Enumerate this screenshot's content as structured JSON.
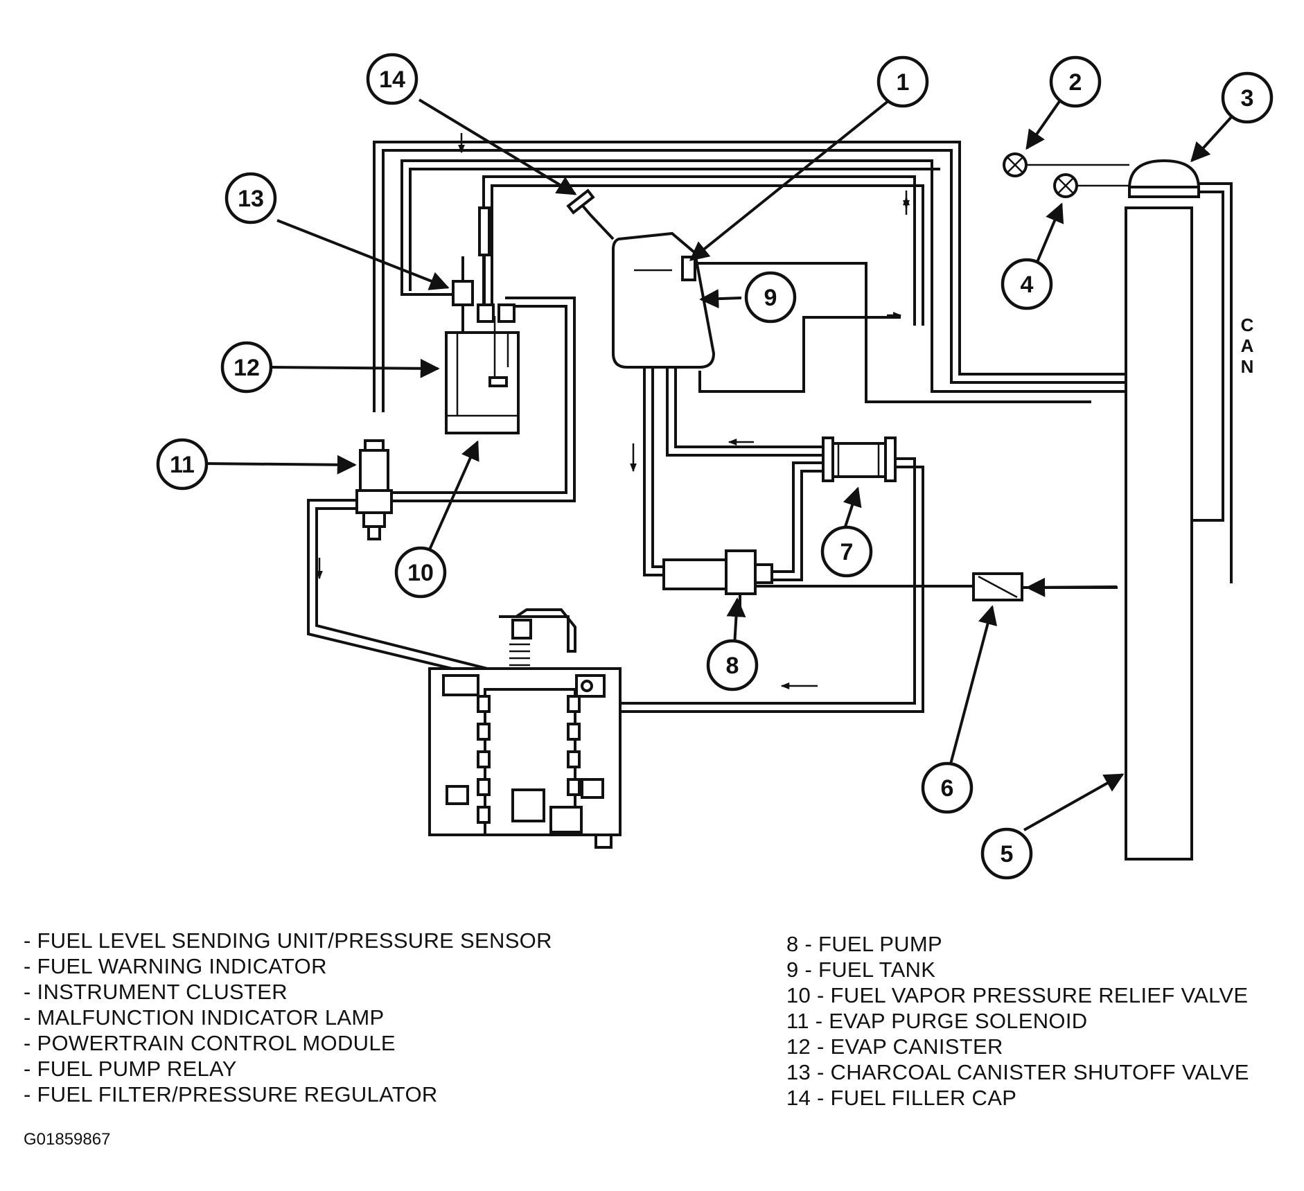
{
  "callouts": [
    "1",
    "2",
    "3",
    "4",
    "5",
    "6",
    "7",
    "8",
    "9",
    "10",
    "11",
    "12",
    "13",
    "14"
  ],
  "can_label": [
    "C",
    "A",
    "N"
  ],
  "legend_left": [
    "- FUEL LEVEL SENDING UNIT/PRESSURE SENSOR",
    "- FUEL WARNING INDICATOR",
    "- INSTRUMENT CLUSTER",
    "- MALFUNCTION INDICATOR LAMP",
    "- POWERTRAIN CONTROL MODULE",
    "- FUEL PUMP RELAY",
    "- FUEL FILTER/PRESSURE REGULATOR"
  ],
  "legend_right": [
    "8 - FUEL PUMP",
    "9 - FUEL TANK",
    "10 - FUEL VAPOR PRESSURE RELIEF VALVE",
    "11 - EVAP PURGE SOLENOID",
    "12 - EVAP CANISTER",
    "13 - CHARCOAL CANISTER SHUTOFF VALVE",
    "14 - FUEL FILLER CAP"
  ],
  "figure_id": "G01859867"
}
